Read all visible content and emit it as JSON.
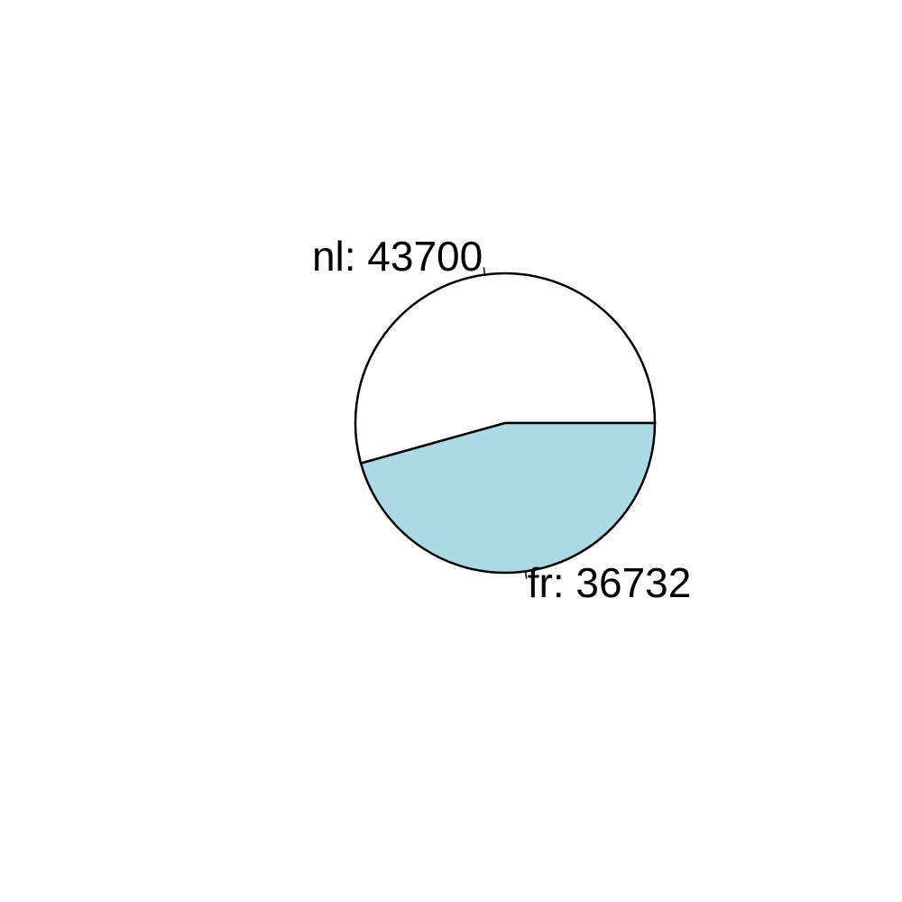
{
  "chart_data": {
    "type": "pie",
    "title": "",
    "slices": [
      {
        "label": "nl: 43700",
        "value": 43700,
        "color": "#FFFFFF"
      },
      {
        "label": "fr: 36732",
        "value": 36732,
        "color": "#ADD8E6"
      }
    ],
    "start_angle_deg": 0,
    "direction": "counterclockwise"
  }
}
